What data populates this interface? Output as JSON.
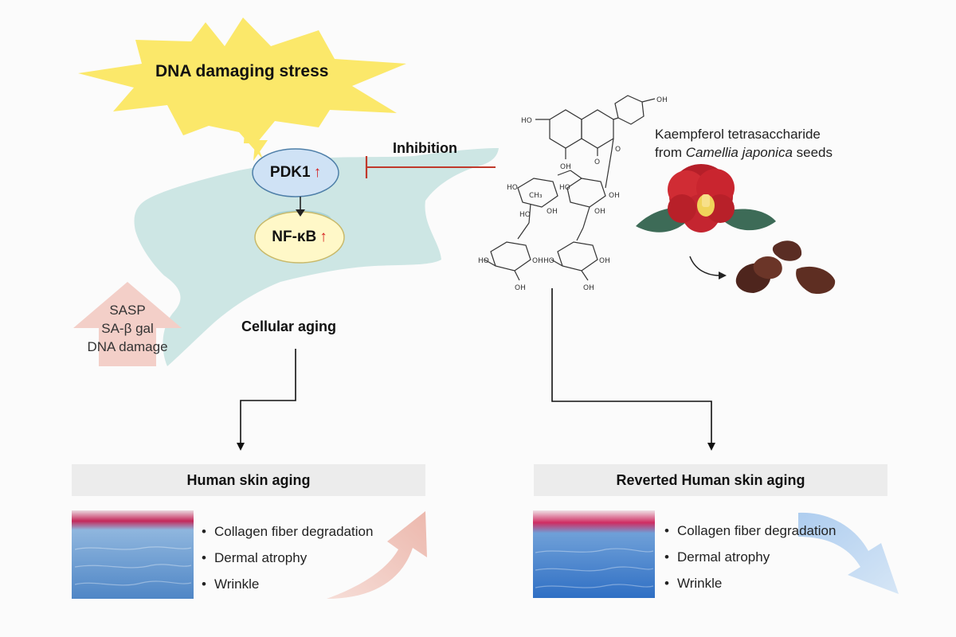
{
  "stress_label": "DNA damaging stress",
  "pdk1_label": "PDK1",
  "nfkb_label": "NF-κB",
  "up_arrow": "↑",
  "inhibition_label": "Inhibition",
  "cellular_aging_label": "Cellular aging",
  "markers": [
    "SASP",
    "SA-β gal",
    "DNA damage"
  ],
  "compound": {
    "line1": "Kaempferol tetrasaccharide",
    "line2_prefix": "from ",
    "line2_italic": "Camellia japonica",
    "line2_suffix": " seeds"
  },
  "chem_labels": [
    "OH",
    "HO",
    "O",
    "OH",
    "O",
    "HO",
    "CH₃",
    "OH",
    "HO",
    "HO",
    "OH",
    "OH",
    "OH",
    "HO",
    "OH",
    "HO",
    "OH",
    "OH"
  ],
  "left_panel": {
    "title": "Human skin aging",
    "items": [
      "Collagen fiber degradation",
      "Dermal atrophy",
      "Wrinkle"
    ]
  },
  "right_panel": {
    "title": "Reverted Human skin aging",
    "items": [
      "Collagen fiber degradation",
      "Dermal atrophy",
      "Wrinkle"
    ]
  },
  "colors": {
    "burst_fill": "#fbe86a",
    "cell_fill": "#cde6e4",
    "pdk1_fill": "#cfe2f5",
    "nfkb_fill": "#fff8c8",
    "inhibition_line": "#c0392b",
    "up_arrow": "#d41e1e",
    "marker_arrow": "#f3cfc8",
    "aging_arrow_up": "#f1c9c0",
    "aging_arrow_down": "#c3d8ef",
    "flower": "#c9252f",
    "leaf": "#3d6b57",
    "seed": "#5a2d24"
  }
}
